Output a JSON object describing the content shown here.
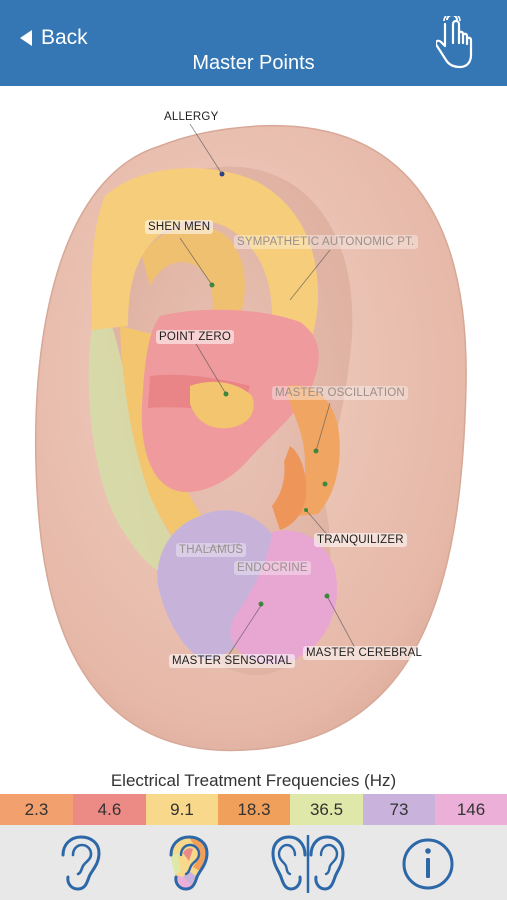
{
  "header": {
    "back_label": "Back",
    "title": "Master Points",
    "gesture_icon": "hand-pointer-icon",
    "background_color": "#3577b4"
  },
  "ear_points": {
    "allergy": "ALLERGY",
    "shen_men": "SHEN MEN",
    "sympathetic": "SYMPATHETIC AUTONOMIC PT.",
    "point_zero": "POINT ZERO",
    "master_oscillation": "MASTER OSCILLATION",
    "tranquilizer": "TRANQUILIZER",
    "thalamus": "THALAMUS",
    "endocrine": "ENDOCRINE",
    "master_sensorial": "MASTER SENSORIAL",
    "master_cerebral": "MASTER CEREBRAL"
  },
  "frequencies": {
    "title": "Electrical Treatment Frequencies (Hz)",
    "items": [
      {
        "value": "2.3",
        "color": "#f2a06e"
      },
      {
        "value": "4.6",
        "color": "#ec8a86"
      },
      {
        "value": "9.1",
        "color": "#f8d88a"
      },
      {
        "value": "18.3",
        "color": "#f0a05a"
      },
      {
        "value": "36.5",
        "color": "#dfe8a8"
      },
      {
        "value": "73",
        "color": "#c9b2dc"
      },
      {
        "value": "146",
        "color": "#ecb0d8"
      }
    ]
  },
  "toolbar": {
    "items": [
      {
        "icon": "ear-outline-icon"
      },
      {
        "icon": "ear-zones-icon"
      },
      {
        "icon": "ear-compare-icon"
      },
      {
        "icon": "info-icon"
      }
    ]
  }
}
